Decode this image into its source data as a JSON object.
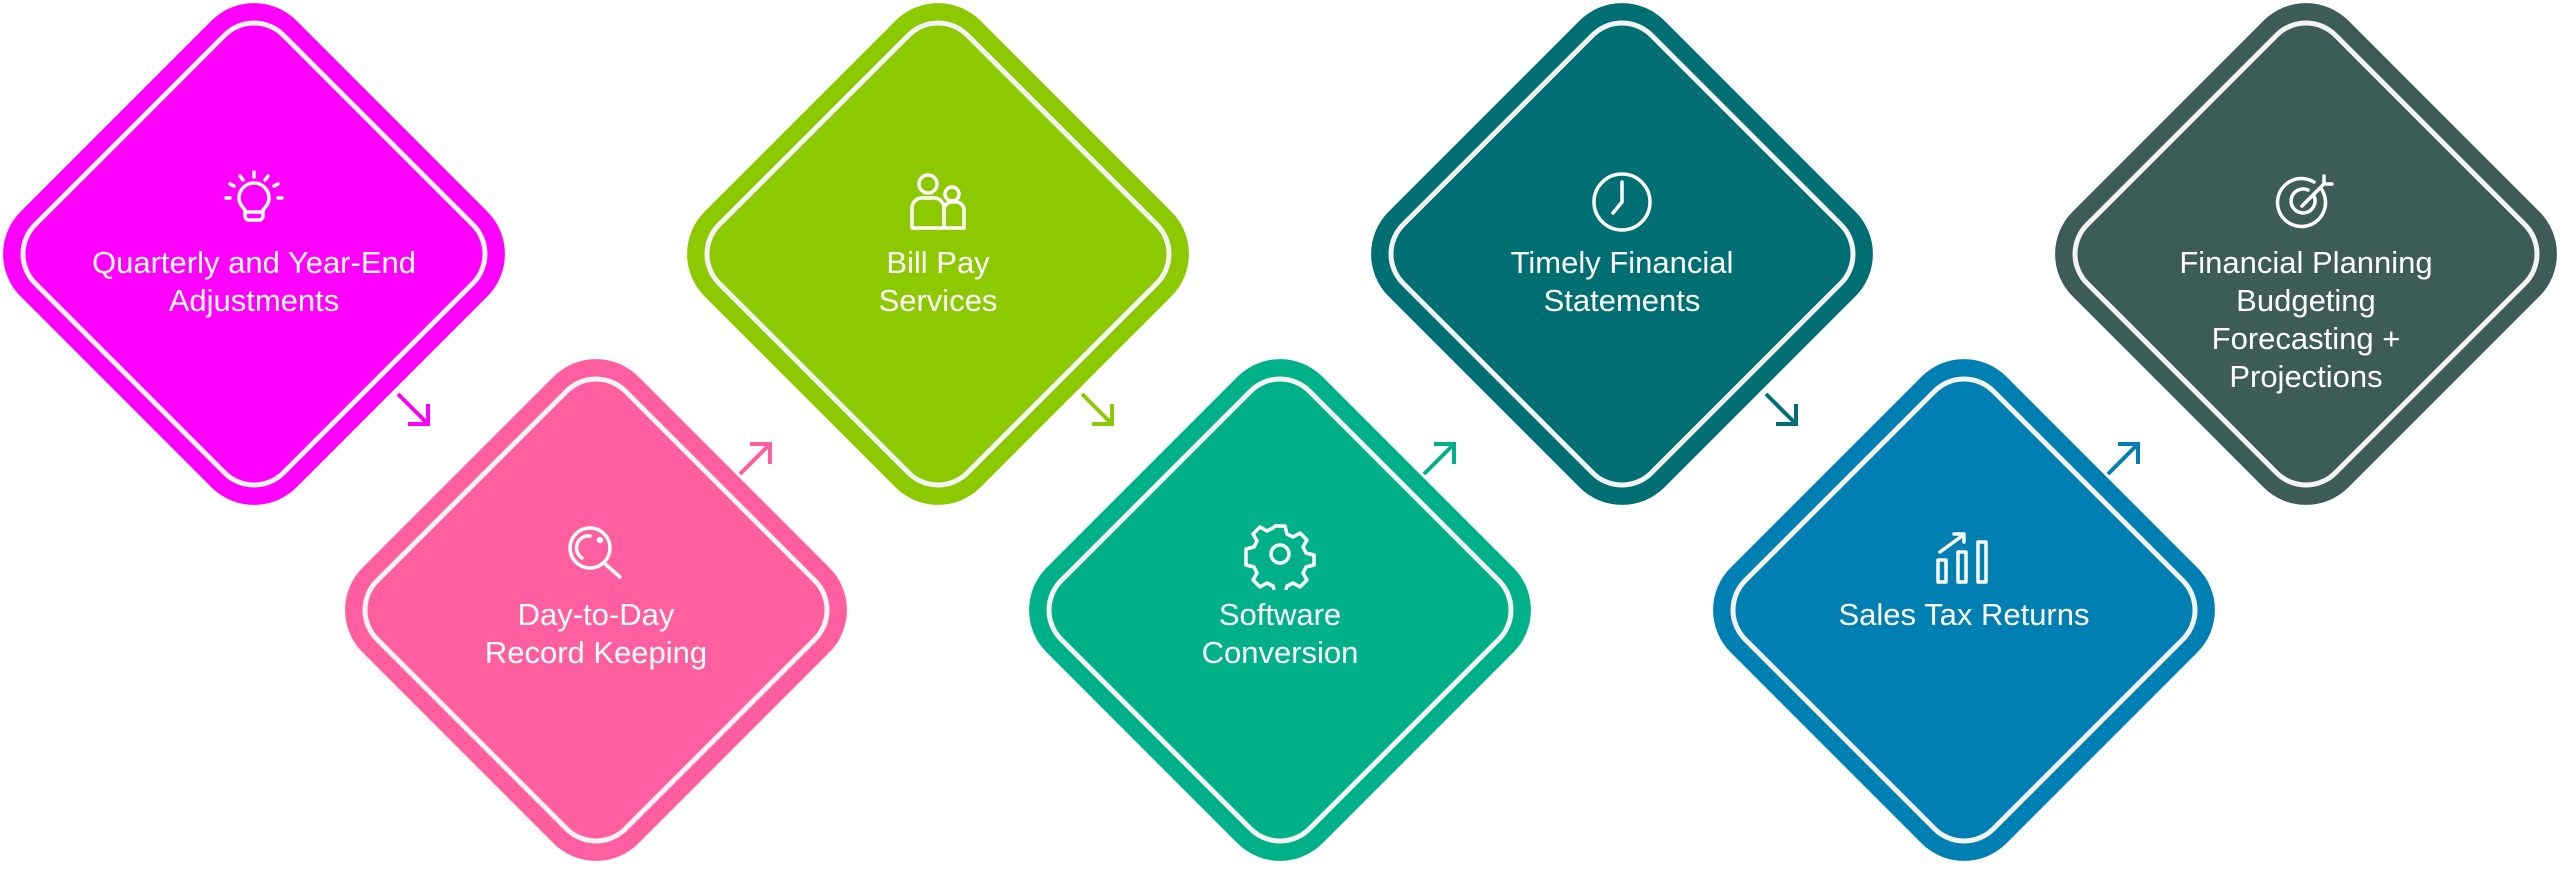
{
  "steps": [
    {
      "label": "Quarterly and Year-End\nAdjustments",
      "icon": "lightbulb-icon",
      "color": "#FF00FF"
    },
    {
      "label": "Day-to-Day\nRecord Keeping",
      "icon": "magnifier-icon",
      "color": "#FF5FA0"
    },
    {
      "label": "Bill Pay\nServices",
      "icon": "people-icon",
      "color": "#8DC900"
    },
    {
      "label": "Software\nConversion",
      "icon": "gear-icon",
      "color": "#00B088"
    },
    {
      "label": "Timely Financial\nStatements",
      "icon": "clock-icon",
      "color": "#006F74"
    },
    {
      "label": "Sales Tax Returns",
      "icon": "bar-chart-growth-icon",
      "color": "#007FB3"
    },
    {
      "label": "Financial Planning\nBudgeting\nForecasting +\nProjections",
      "icon": "target-icon",
      "color": "#3D5C58"
    }
  ]
}
